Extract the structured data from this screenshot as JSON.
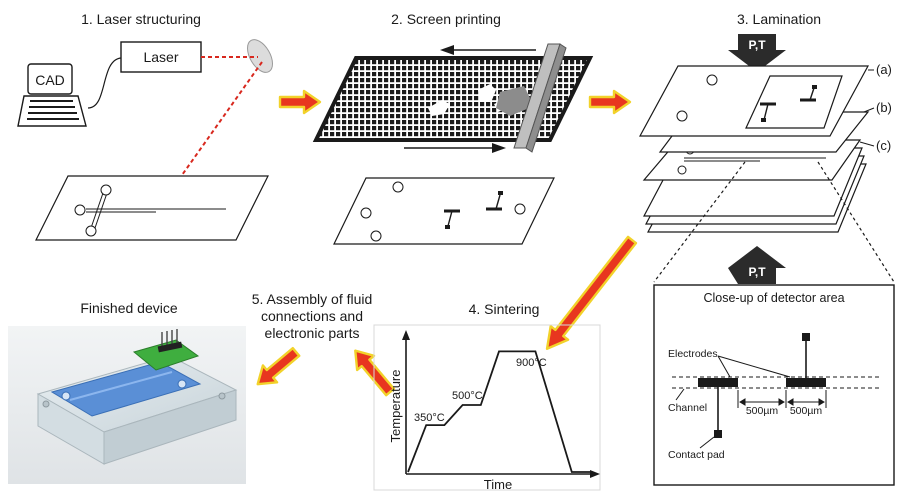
{
  "steps": {
    "laser": "1. Laser structuring",
    "screen": "2. Screen printing",
    "lamination": "3. Lamination",
    "sintering": "4. Sintering",
    "assembly_line1": "5. Assembly of fluid",
    "assembly_line2": "connections and",
    "assembly_line3": "electronic parts",
    "finished": "Finished device"
  },
  "laser_setup": {
    "cad": "CAD",
    "laser": "Laser"
  },
  "lamination": {
    "pressure_label": "P,T",
    "layers": [
      "(a)",
      "(b)",
      "(c)"
    ]
  },
  "closeup": {
    "title": "Close-up of detector area",
    "electrodes": "Electrodes",
    "channel": "Channel",
    "contact_pad": "Contact pad",
    "gap1": "500µm",
    "gap2": "500µm"
  },
  "chart_data": {
    "type": "line",
    "xlabel": "Time",
    "ylabel": "Temperature",
    "annotations": [
      "350°C",
      "500°C",
      "900°C"
    ],
    "profile": "stepwise heating with holds, then cooling",
    "x": [
      0,
      1,
      2,
      3,
      4,
      5,
      7,
      9,
      10
    ],
    "y": [
      0,
      350,
      350,
      500,
      500,
      900,
      900,
      0,
      0
    ]
  },
  "colors": {
    "arrow_fill": "#e8361f",
    "arrow_outline": "#f2d22a",
    "laser_beam": "#d8281e",
    "device_blue": "#5a8fd6",
    "pcb_green": "#3fae3f"
  }
}
